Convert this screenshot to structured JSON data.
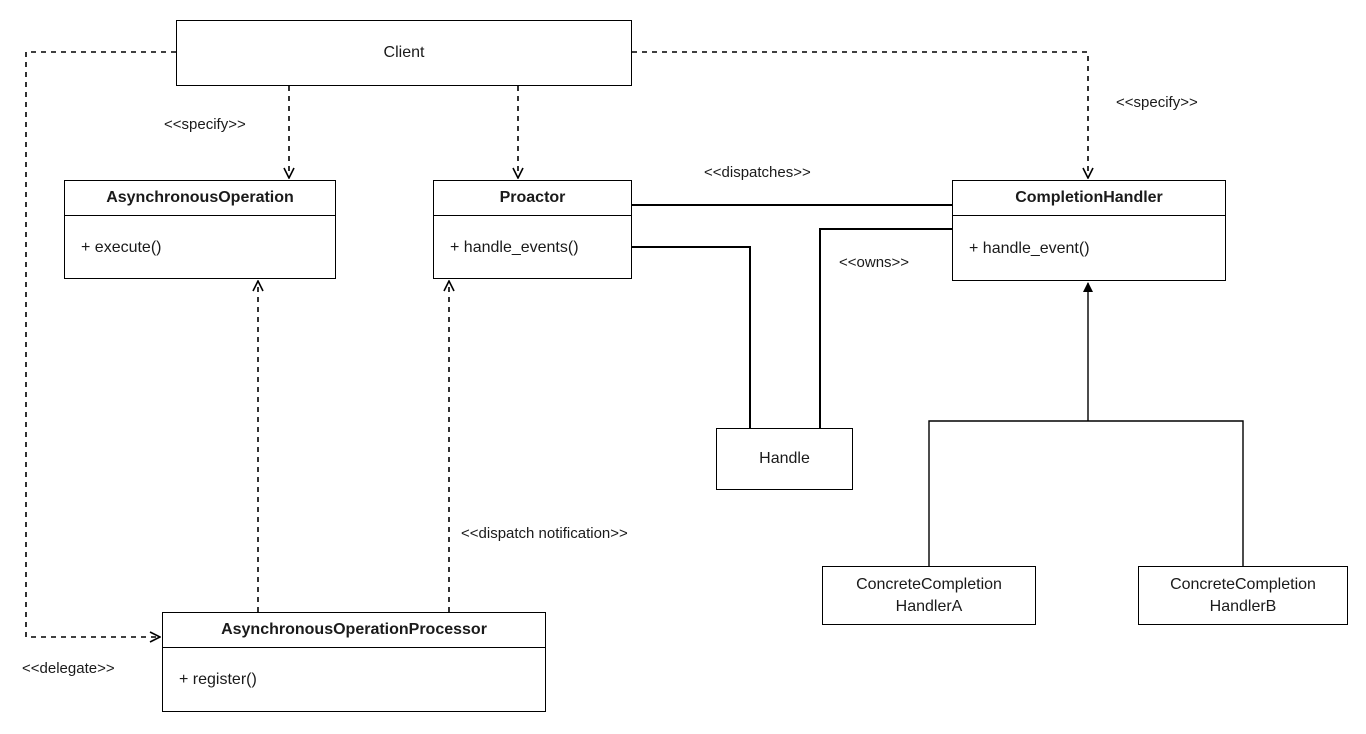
{
  "nodes": {
    "client": {
      "label": "Client"
    },
    "async_op": {
      "name": "AsynchronousOperation",
      "method": "+ execute()"
    },
    "proactor": {
      "name": "Proactor",
      "method": "+ handle_events()"
    },
    "completion_handler": {
      "name": "CompletionHandler",
      "method": "+ handle_event()"
    },
    "handle": {
      "label": "Handle"
    },
    "processor": {
      "name": "AsynchronousOperationProcessor",
      "method": "+ register()"
    },
    "concrete_a": {
      "line1": "ConcreteCompletion",
      "line2": "HandlerA"
    },
    "concrete_b": {
      "line1": "ConcreteCompletion",
      "line2": "HandlerB"
    }
  },
  "edge_labels": {
    "specify_left": "<<specify>>",
    "specify_right": "<<specify>>",
    "dispatches": "<<dispatches>>",
    "owns": "<<owns>>",
    "dispatch_notification": "<<dispatch notification>>",
    "delegate": "<<delegate>>"
  }
}
